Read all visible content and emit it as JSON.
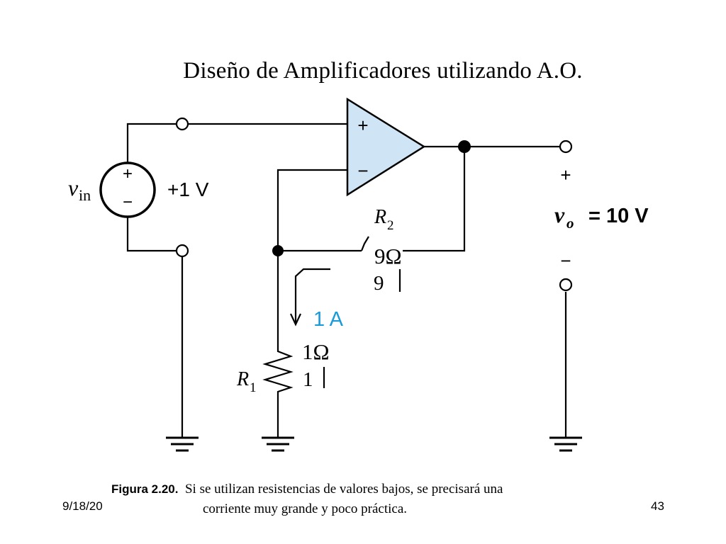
{
  "slide": {
    "title": "Diseño de Amplificadores utilizando  A.O.",
    "date": "9/18/20",
    "page_number": "43"
  },
  "circuit": {
    "source_label_v": "v",
    "source_label_sub": "in",
    "source_plus": "+",
    "source_minus": "−",
    "source_value": "+1 V",
    "opamp_plus": "+",
    "opamp_minus": "−",
    "r2_label": "R",
    "r2_sub": "2",
    "r2_value": "9Ω",
    "r2_orig_value": "9",
    "r1_label": "R",
    "r1_sub": "1",
    "r1_value": "1Ω",
    "r1_orig_value": "1",
    "current_label": "1 A",
    "output_plus": "+",
    "output_minus": "−",
    "output_label_v": "v",
    "output_label_sub": "o",
    "output_label_rest": " = 10 V",
    "colors": {
      "opamp_fill": "#cfe4f5",
      "current_label": "#1a9ad6",
      "wire": "#000000"
    }
  },
  "caption": {
    "figure_label": "Figura 2.20.",
    "line1": "  Si se utilizan resistencias de valores bajos, se precisará una",
    "line2": "corriente muy grande y poco práctica."
  }
}
